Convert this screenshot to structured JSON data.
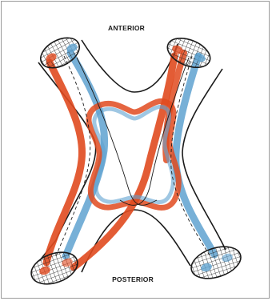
{
  "labels": {
    "anterior": "ANTERIOR",
    "posterior": "POSTERIOR"
  },
  "colors": {
    "red_tube": "#e04a1f",
    "blue_tube": "#5fa2d0",
    "outline": "#1a1a1a",
    "background": "#ffffff"
  },
  "icons": [
    "crosshatched-cross-section-disc"
  ]
}
